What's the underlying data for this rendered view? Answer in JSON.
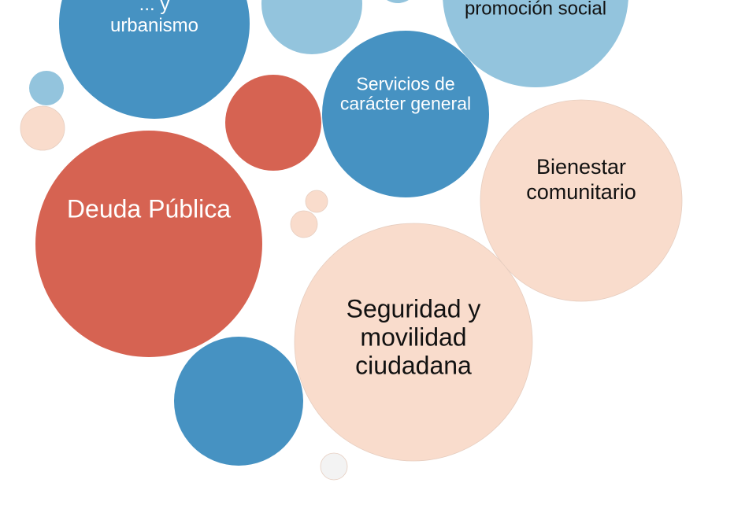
{
  "chart_data": {
    "type": "bubble",
    "colors": {
      "dark_blue": "#4692c2",
      "light_blue": "#93c4dd",
      "red": "#d66352",
      "peach": "#f9dccc",
      "grey": "#f3f3f3"
    },
    "bubbles": [
      {
        "id": "urbanismo",
        "label": [
          "... y",
          "urbanismo"
        ],
        "color": "dark_blue",
        "text_color": "#ffffff"
      },
      {
        "id": "promocion-social",
        "label": [
          "promoción social"
        ],
        "color": "light_blue",
        "text_color": "#111111"
      },
      {
        "id": "servicios-caracter-general",
        "label": [
          "Servicios de",
          "carácter general"
        ],
        "color": "dark_blue",
        "text_color": "#ffffff"
      },
      {
        "id": "bienestar-comunitario",
        "label": [
          "Bienestar",
          "comunitario"
        ],
        "color": "peach",
        "text_color": "#111111"
      },
      {
        "id": "deuda-publica",
        "label": [
          "Deuda Pública"
        ],
        "color": "red",
        "text_color": "#ffffff"
      },
      {
        "id": "seguridad-movilidad",
        "label": [
          "Seguridad y",
          "movilidad",
          "ciudadana"
        ],
        "color": "peach",
        "text_color": "#111111"
      },
      {
        "id": "light-blue-top-small",
        "label": [],
        "color": "light_blue"
      },
      {
        "id": "light-blue-top-tiny",
        "label": [],
        "color": "light_blue"
      },
      {
        "id": "light-blue-left-small",
        "label": [],
        "color": "light_blue"
      },
      {
        "id": "peach-left-small",
        "label": [],
        "color": "peach"
      },
      {
        "id": "red-medium",
        "label": [],
        "color": "red"
      },
      {
        "id": "peach-tiny-a",
        "label": [],
        "color": "peach"
      },
      {
        "id": "peach-tiny-b",
        "label": [],
        "color": "peach"
      },
      {
        "id": "dark-blue-bottom",
        "label": [],
        "color": "dark_blue"
      },
      {
        "id": "grey-bottom-tiny",
        "label": [],
        "color": "grey"
      }
    ]
  }
}
